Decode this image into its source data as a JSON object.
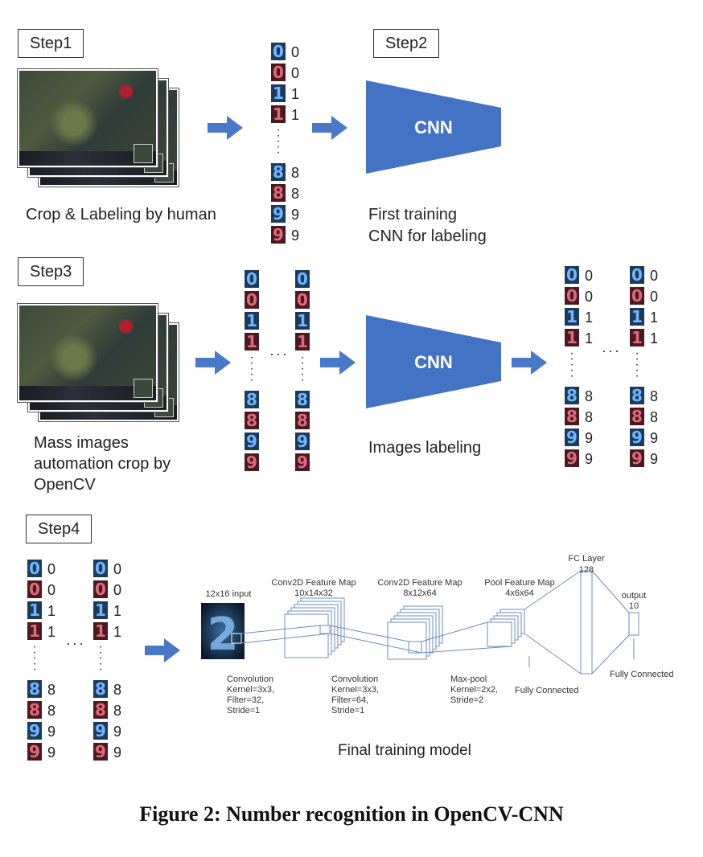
{
  "steps": {
    "step1": "Step1",
    "step2": "Step2",
    "step3": "Step3",
    "step4": "Step4"
  },
  "captions": {
    "step1": "Crop & Labeling by human",
    "step2_line1": "First training",
    "step2_line2": "CNN for labeling",
    "step3_line1": "Mass images",
    "step3_line2": "automation crop by",
    "step3_line3": "OpenCV",
    "step3_cnn": "Images labeling",
    "step4": "Final training model"
  },
  "cnn_label": "CNN",
  "digit_tiles": [
    "0",
    "0",
    "1",
    "1",
    "8",
    "8",
    "9",
    "9"
  ],
  "digit_labels": [
    "0",
    "0",
    "1",
    "1",
    "8",
    "8",
    "9",
    "9"
  ],
  "colors": {
    "tile_blue": "#1e3a5a",
    "tile_blue_glyph": "#6fb6ff",
    "tile_red": "#4a1a22",
    "tile_red_glyph": "#e06a7a",
    "arrow": "#4a78c8",
    "cnn": "#4472c4"
  },
  "model": {
    "input_label": "12x16 input",
    "conv1_title_line1": "Conv2D Feature Map",
    "conv1_title_line2": "10x14x32",
    "conv2_title_line1": "Conv2D Feature  Map",
    "conv2_title_line2": "8x12x64",
    "pool_title_line1": "Pool Feature  Map",
    "pool_title_line2": "4x6x64",
    "fc_title_line1": "FC Layer",
    "fc_title_line2": "128",
    "output_title_line1": "output",
    "output_title_line2": "10",
    "op1": [
      "Convolution",
      "Kernel=3x3,",
      "Filter=32,",
      "Stride=1"
    ],
    "op2": [
      "Convolution",
      "Kernel=3x3,",
      "Filter=64,",
      "Stride=1"
    ],
    "op3": [
      "Max-pool",
      "Kernel=2x2,",
      "Stride=2"
    ],
    "op4": "Fully  Connected",
    "op5": "Fully  Connected",
    "input_digit": "2"
  },
  "figure_caption": "Figure 2: Number recognition in OpenCV-CNN"
}
